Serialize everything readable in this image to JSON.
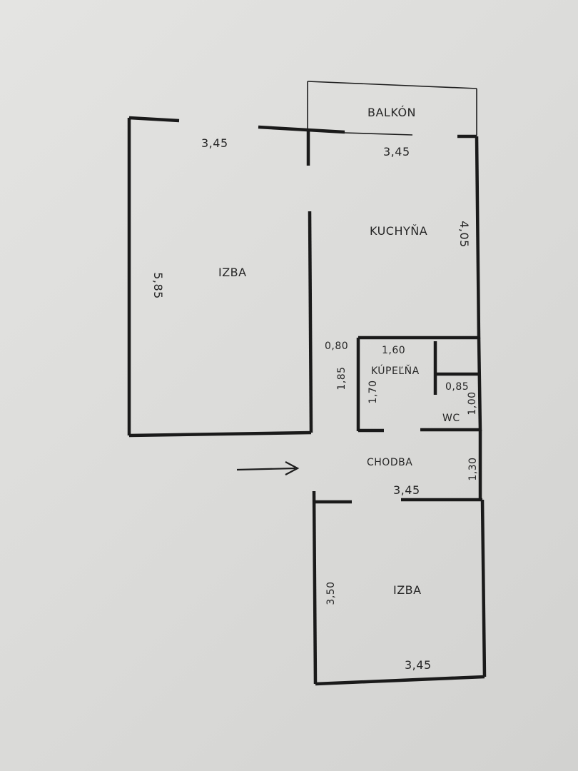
{
  "rooms": {
    "balcony": "BALKÓN",
    "kitchen": "KUCHYŇA",
    "room_left": "IZBA",
    "bathroom": "KÚPEĽŇA",
    "wc": "WC",
    "hallway": "CHODBA",
    "room_bottom": "IZBA"
  },
  "dimensions": {
    "room_left_width": "3,45",
    "room_left_height": "5,85",
    "kitchen_width": "3,45",
    "kitchen_height": "4,05",
    "passage_width": "0,80",
    "passage_height": "1,85",
    "bathroom_width": "1,60",
    "bathroom_height": "1,70",
    "wc_width": "0,85",
    "wc_height": "1,00",
    "hallway_width": "3,45",
    "hallway_height": "1,30",
    "room_bottom_height": "3,50",
    "room_bottom_width": "3,45"
  }
}
